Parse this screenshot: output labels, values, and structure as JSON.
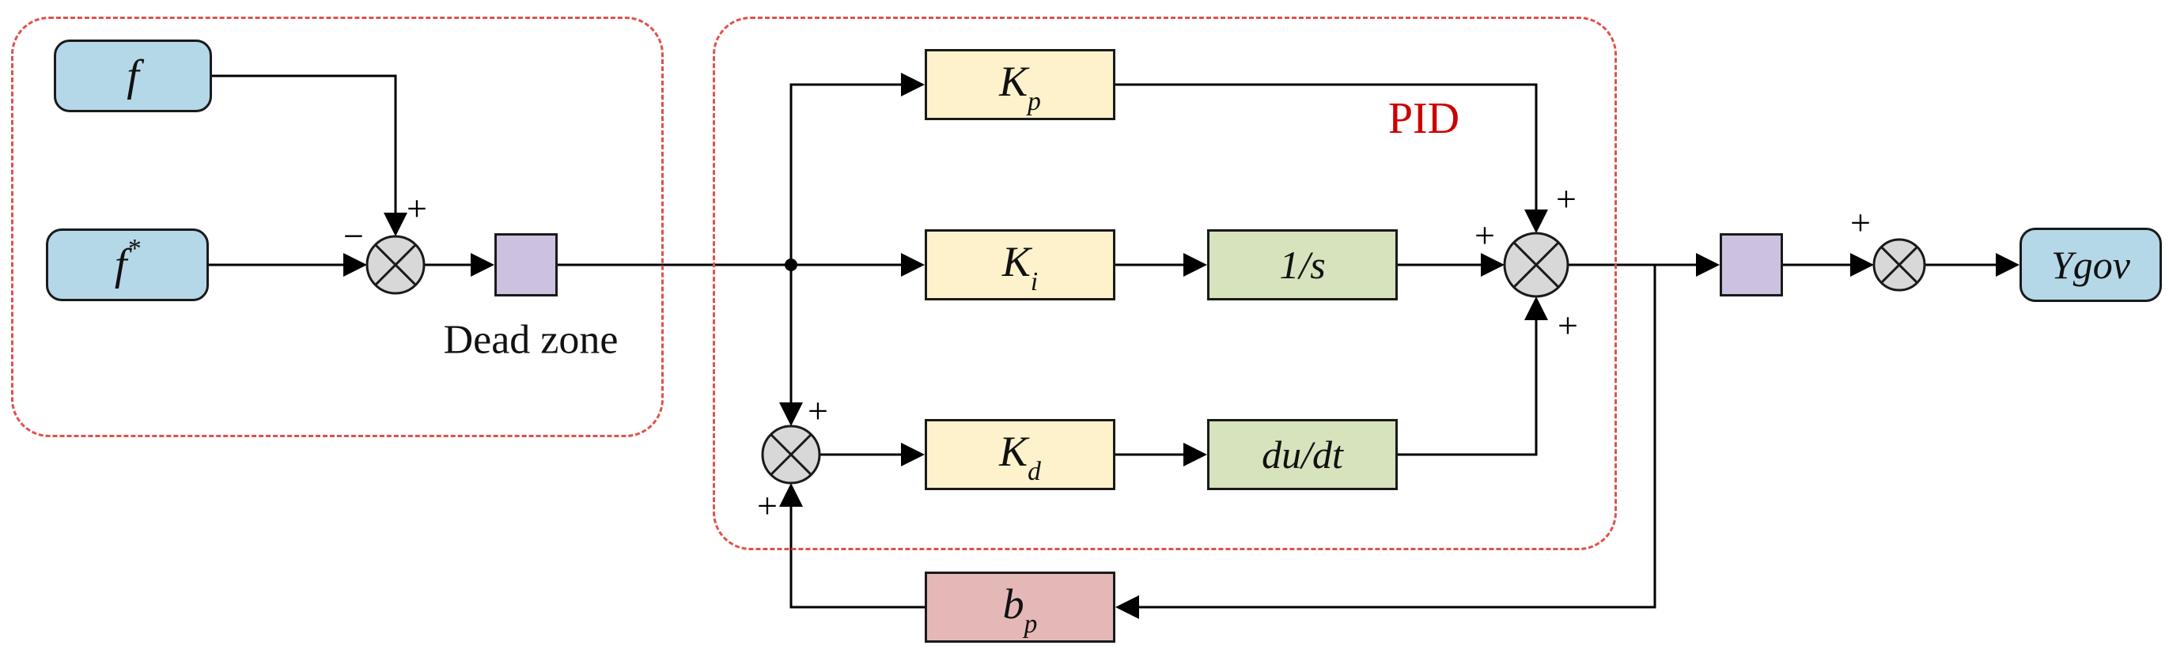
{
  "blocks": {
    "f": {
      "text": "f"
    },
    "f_star": {
      "main": "f",
      "sup": "*"
    },
    "kp": {
      "main": "K",
      "sub": "p"
    },
    "ki": {
      "main": "K",
      "sub": "i"
    },
    "kd": {
      "main": "K",
      "sub": "d"
    },
    "integrator": {
      "text": "1/s"
    },
    "derivative": {
      "text": "du/dt"
    },
    "bp": {
      "main": "b",
      "sub": "p"
    },
    "ygov": {
      "text": "Ygov"
    }
  },
  "labels": {
    "dead_zone": "Dead zone",
    "pid": "PID"
  },
  "signs": {
    "sum1_left": "−",
    "sum1_top": "+",
    "sum2_top": "+",
    "sum2_bottom": "+",
    "sum3_top": "+",
    "sum3_left": "+",
    "sum3_bottom": "+",
    "sum4_top": "+"
  },
  "colors": {
    "io_block": "#b5d8e8",
    "gain_block": "#fdf2cc",
    "transfer_block": "#d6e3bc",
    "feedback_block": "#e5b8b8",
    "nonlinear_block": "#ccc2df",
    "dashed_border": "#e0514a",
    "pid_label": "#cc0000",
    "wire": "#000000",
    "junction_fill": "#d8d8d8"
  }
}
